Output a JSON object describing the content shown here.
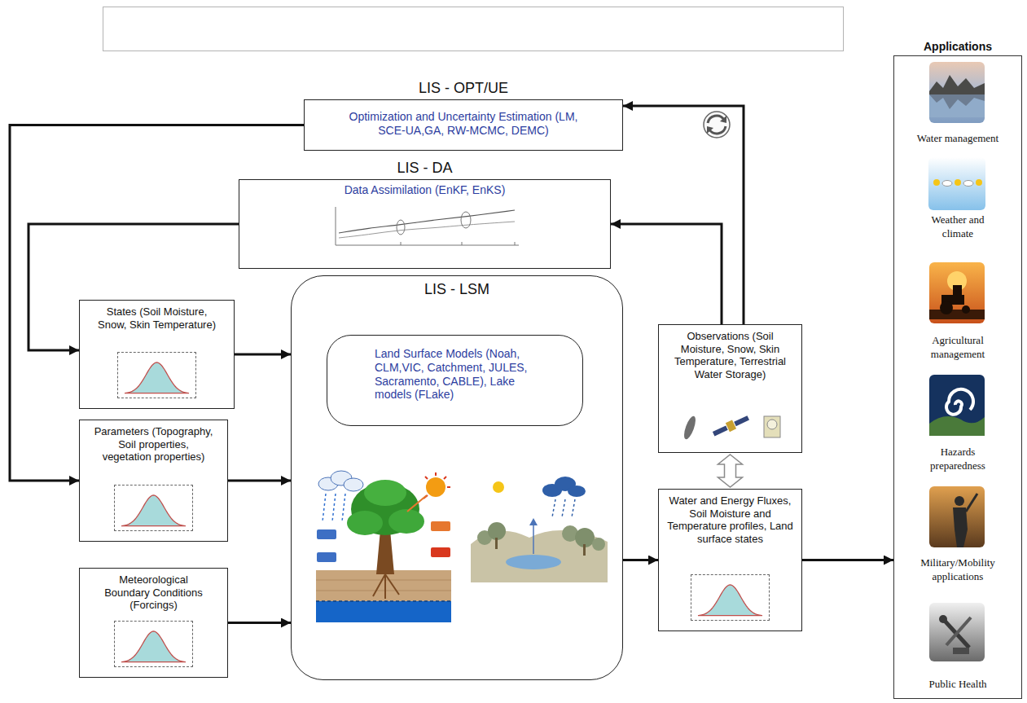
{
  "diagram": {
    "nodes": [
      {
        "text": [
          "LIS - OPT/UE",
          "Optimization and Uncertainty Estimation (LM, SCE-UA,GA, RW-MCMC, DEMC)"
        ]
      },
      {
        "text": [
          "LIS - DA",
          "Data Assimilation (EnKF, EnKS)"
        ]
      },
      {
        "text": [
          "States (Soil Moisture, Snow, Skin Temperature)"
        ]
      },
      {
        "text": [
          "LIS - LSM"
        ]
      },
      {
        "text": [
          "Land Surface Models (Noah, CLM,VIC, Catchment, JULES, Sacramento, CABLE), Lake models (FLake)"
        ],
        "in": 3
      },
      {
        "text": [
          "Parameters (Topography, Soil properties, vegetation properties)"
        ]
      },
      {
        "text": [
          "Observations (Soil Moisture, Snow, Skin Temperature, Terrestrial Water Storage)"
        ]
      },
      {
        "text": [
          "Meteorological Boundary Conditions (Forcings)"
        ]
      },
      {
        "text": [
          "Water and Energy Fluxes, Soil Moisture and Temperature profiles, Land surface states"
        ]
      },
      {
        "text": [
          "Applications"
        ]
      }
    ],
    "edges": [
      {
        "from": 0,
        "to": 5,
        "arrow": "to"
      },
      {
        "from": 1,
        "to": 2,
        "arrow": "to"
      },
      {
        "from": 6,
        "to": 1,
        "arrow": "to"
      },
      {
        "from": 6,
        "to": 0,
        "arrow": "to"
      },
      {
        "from": 2,
        "to": 3,
        "arrow": "to"
      },
      {
        "from": 5,
        "to": 3,
        "arrow": "to"
      },
      {
        "from": 7,
        "to": 3,
        "arrow": "to"
      },
      {
        "from": 3,
        "to": 8,
        "arrow": "to"
      },
      {
        "from": 6,
        "to": 8,
        "arrow": "both"
      },
      {
        "from": 8,
        "to": 9,
        "arrow": "to"
      }
    ],
    "labels": [
      "Water management",
      "Weather and climate",
      "Agricultural management",
      "Hazards preparedness",
      "Military/Mobility applications",
      "Public Health"
    ]
  }
}
